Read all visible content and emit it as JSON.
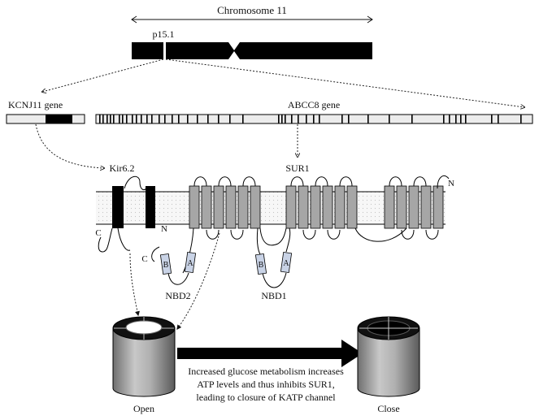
{
  "chromosome": {
    "name": "Chromosome 11",
    "band": "p15.1"
  },
  "genes": {
    "kcnj11": "KCNJ11 gene",
    "abcc8": "ABCC8 gene"
  },
  "proteins": {
    "kir": "Kir6.2",
    "sur": "SUR1",
    "kir_c": "C",
    "kir_n": "N",
    "sur_c": "C",
    "sur_n": "N"
  },
  "domains": {
    "nbd2": "NBD2",
    "nbd1": "NBD1",
    "walker_b": "B",
    "walker_a": "A"
  },
  "channel": {
    "open_label": "Open",
    "close_label": "Close"
  },
  "caption": {
    "line1": "Increased glucose metabolism increases",
    "line2": "ATP levels and thus inhibits SUR1,",
    "line3": "leading to closure of KATP channel"
  },
  "colors": {
    "black": "#000000",
    "gray": "#a6a6a6",
    "box_light": "#c9d3e6",
    "gene_bg": "#ececec"
  }
}
